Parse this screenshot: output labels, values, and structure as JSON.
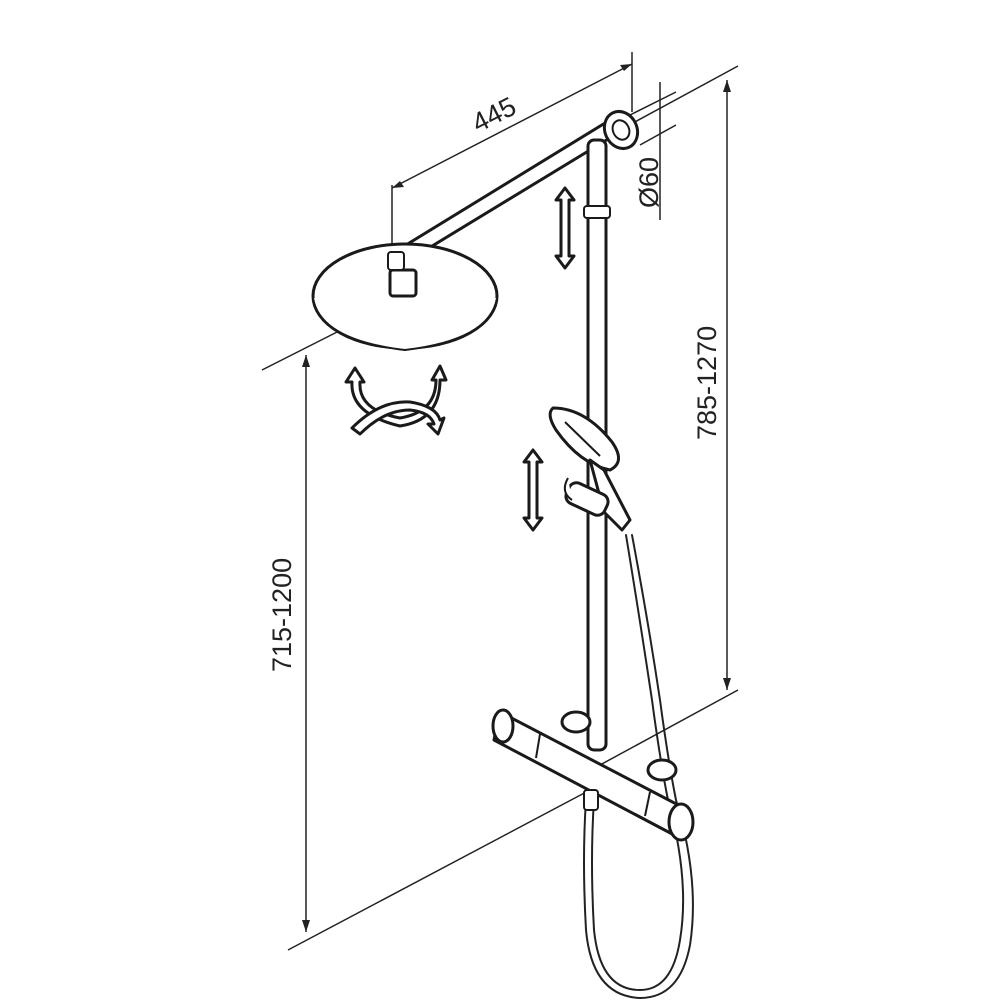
{
  "dimensions": {
    "arm_length": "445",
    "pipe_diameter": "Ø60",
    "rail_height": "785-1270",
    "head_height": "715-1200"
  },
  "colors": {
    "line": "#222222",
    "background": "#ffffff"
  },
  "icons": [
    "double-arrow-icon",
    "swivel-arrows-icon"
  ]
}
